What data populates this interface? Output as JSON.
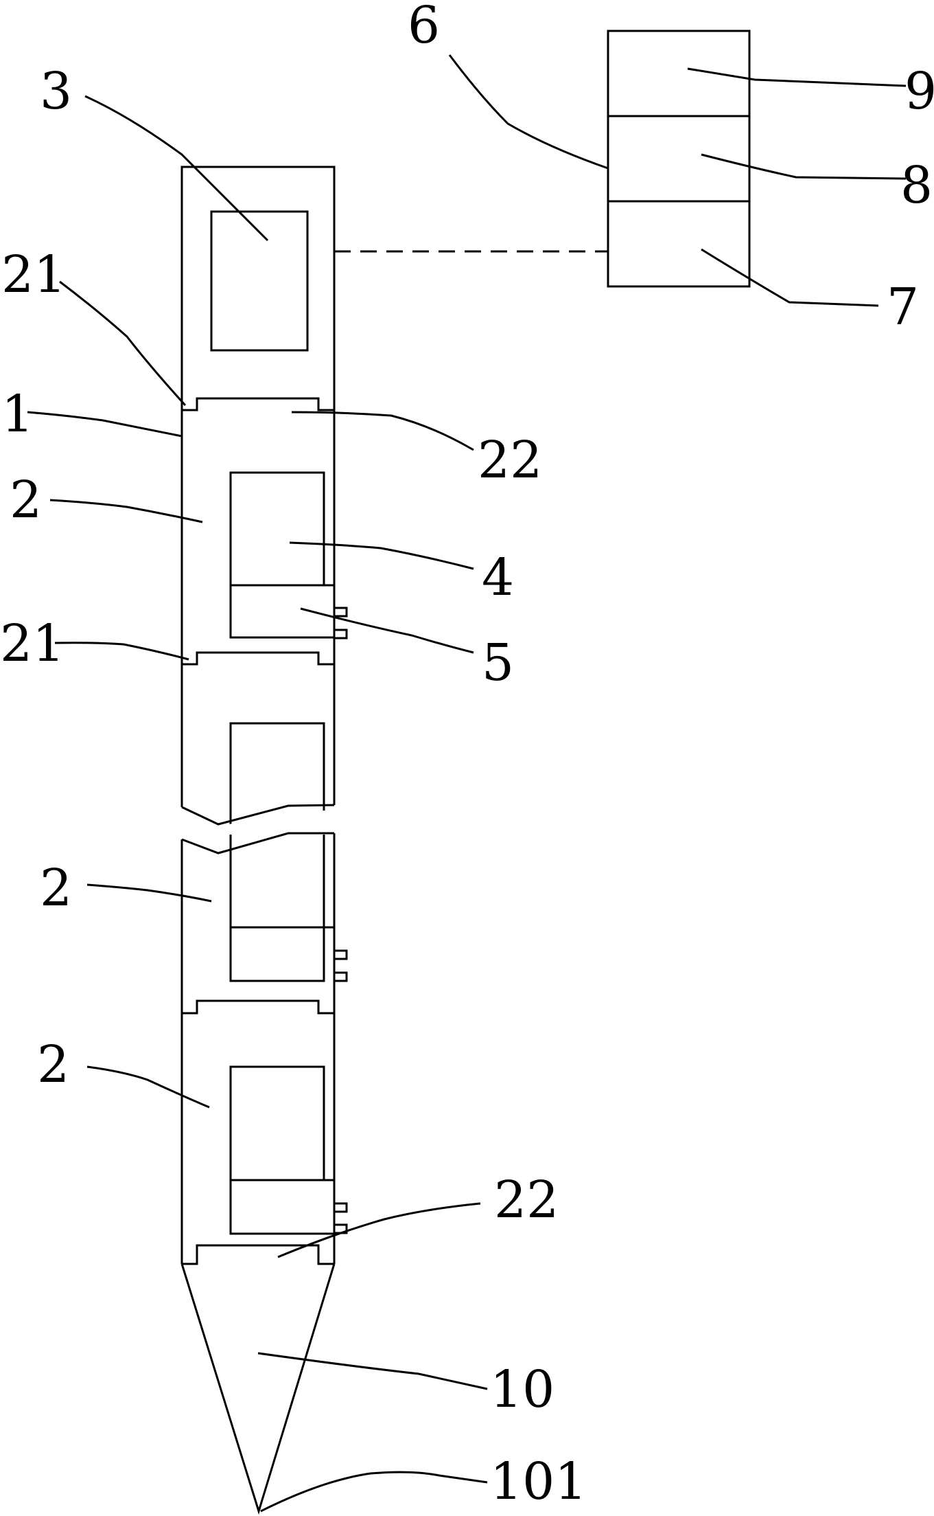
{
  "labels": {
    "l3": "3",
    "l6": "6",
    "l9": "9",
    "l8": "8",
    "l7": "7",
    "l21_top": "21",
    "l1": "1",
    "l22_top": "22",
    "l2_a": "2",
    "l4": "4",
    "l5": "5",
    "l21_mid": "21",
    "l2_b": "2",
    "l2_c": "2",
    "l22_bottom": "22",
    "l10": "10",
    "l101": "101"
  }
}
